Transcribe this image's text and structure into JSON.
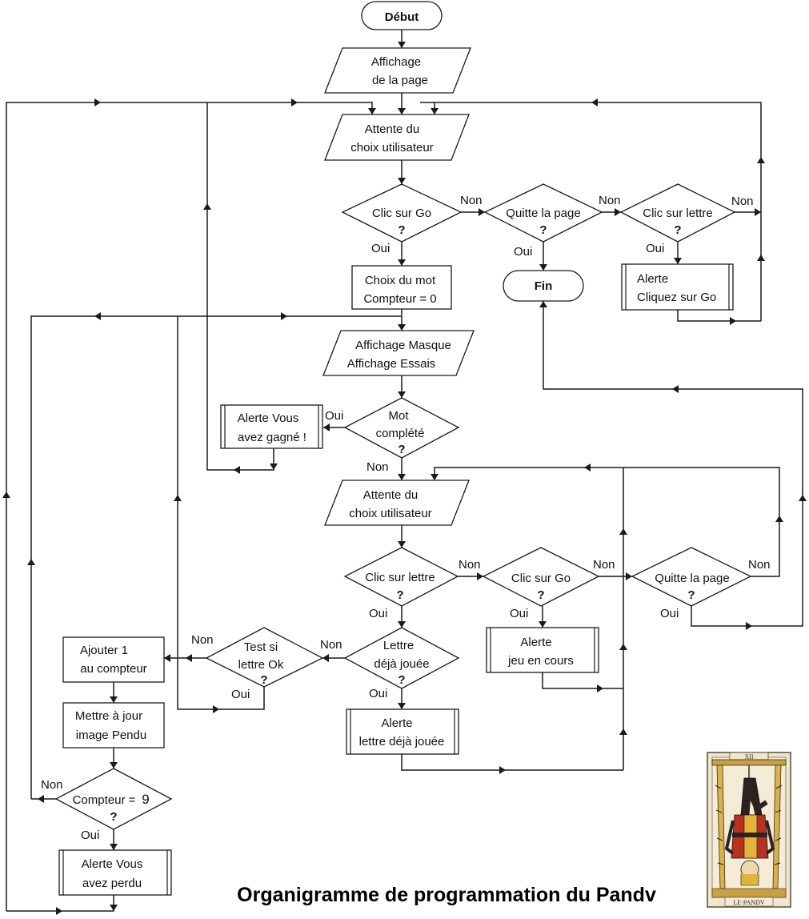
{
  "title": "Organigramme de programmation du Pandv",
  "labels": {
    "yes": "Oui",
    "no": "Non",
    "question_mark": "?"
  },
  "nodes": {
    "start": "Début",
    "display_page": [
      "Affichage",
      "de la page"
    ],
    "wait1": [
      "Attente du",
      "choix utilisateur"
    ],
    "clic_go1": "Clic sur Go",
    "quit1": "Quitte la page",
    "clic_letter1": "Clic sur lettre",
    "end": "Fin",
    "alert_click_go": [
      "Alerte",
      "Cliquez sur Go"
    ],
    "choose_word": [
      "Choix du mot",
      "Compteur = 0"
    ],
    "display_mask": [
      "Affichage Masque",
      "Affichage Essais"
    ],
    "word_complete": [
      "Mot",
      "complété"
    ],
    "alert_won": [
      "Alerte Vous",
      "avez gagné !"
    ],
    "wait2": [
      "Attente du",
      "choix utilisateur"
    ],
    "clic_letter2": "Clic sur lettre",
    "clic_go2": "Clic sur Go",
    "quit2": "Quitte la page",
    "alert_in_progress": [
      "Alerte",
      "jeu en cours"
    ],
    "letter_played": [
      "Lettre",
      "déjà jouée"
    ],
    "alert_letter_played": [
      "Alerte",
      "lettre déjà jouée"
    ],
    "test_letter": [
      "Test si",
      "lettre Ok"
    ],
    "add_one": [
      "Ajouter 1",
      "au compteur"
    ],
    "update_image": [
      "Mettre à jour",
      "image  Pendu"
    ],
    "counter_eq": "Compteur =",
    "counter_value": "9",
    "alert_lost": [
      "Alerte Vous",
      "avez perdu"
    ]
  },
  "card": {
    "caption": "LE·PANDV",
    "numeral": "XII"
  },
  "colors": {
    "stroke": "#1a1a1a",
    "card_bg": "#efe6cf",
    "card_red": "#b8321e",
    "card_yellow": "#e2b23a",
    "card_dark": "#2a2320"
  }
}
